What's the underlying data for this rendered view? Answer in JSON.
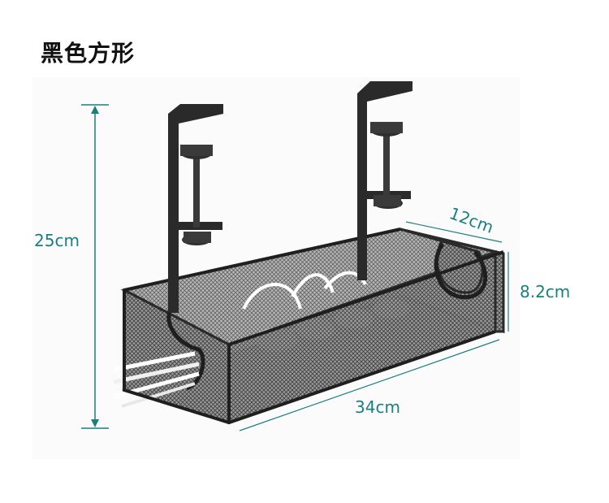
{
  "title": "黑色方形",
  "dimensions": {
    "height": "25cm",
    "depth": "12cm",
    "side_height": "8.2cm",
    "length": "34cm"
  },
  "colors": {
    "dimension_line": "#1a7f80",
    "product": "#2a2a2a",
    "mesh": "#5a5a5a",
    "title": "#111111"
  }
}
